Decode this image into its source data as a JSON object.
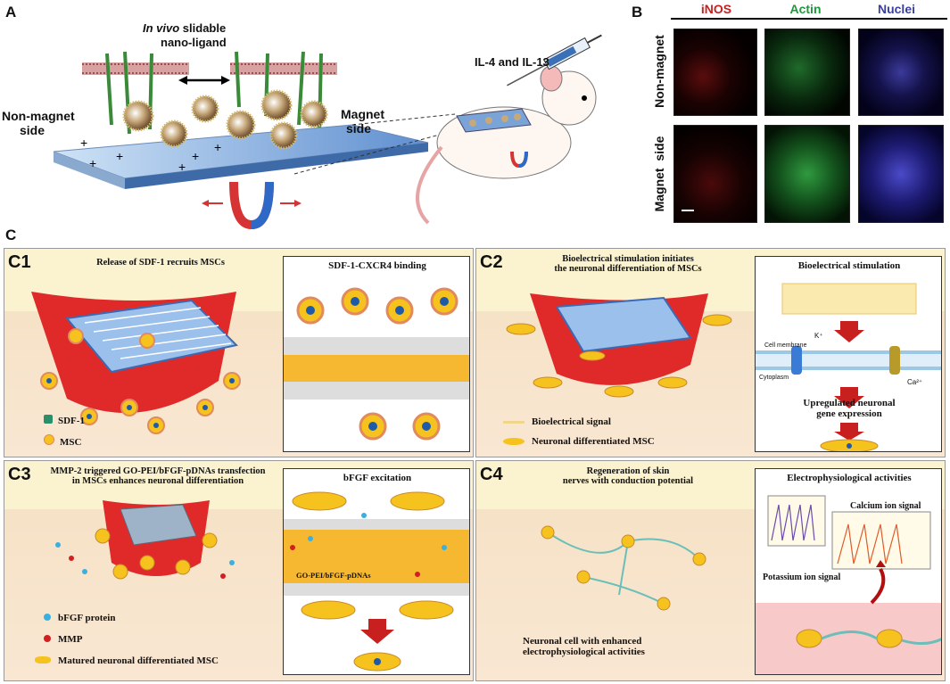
{
  "panel_a": {
    "label": "A",
    "in_vivo": "In vivo",
    "slidable": " slidable",
    "nano_ligand": "nano-ligand",
    "non_magnet_line1": "Non-magnet",
    "non_magnet_line2": "side",
    "magnet_line1": "Magnet",
    "magnet_line2": "side",
    "cytokines": "IL-4 and IL-13"
  },
  "panel_b": {
    "label": "B",
    "columns": [
      "iNOS",
      "Actin",
      "Nuclei"
    ],
    "column_colors": [
      "#c8201f",
      "#1c9a3a",
      "#3a3fa0"
    ],
    "rows": [
      "Non-magnet",
      "Magnet  side"
    ]
  },
  "panel_c": {
    "label": "C",
    "c1": {
      "label": "C1",
      "title": "Release of SDF-1 recruits MSCs",
      "inset_title": "SDF-1-CXCR4 binding",
      "legend": [
        "SDF-1",
        "MSC"
      ]
    },
    "c2": {
      "label": "C2",
      "title_line1": "Bioelectrical stimulation initiates",
      "title_line2": "the neuronal differentiation of MSCs",
      "inset_title": "Bioelectrical stimulation",
      "inset_labels": {
        "k": "K⁺",
        "ca": "Ca²⁺",
        "membrane": "Cell membrane",
        "cytoplasm": "Cytoplasm",
        "upregulated_line1": "Upregulated neuronal",
        "upregulated_line2": "gene expression"
      },
      "legend": [
        "Bioelectrical signal",
        "Neuronal differentiated MSC"
      ]
    },
    "c3": {
      "label": "C3",
      "title_line1": "MMP-2 triggered GO-PEI/bFGF-pDNAs transfection",
      "title_line2": "in MSCs enhances neuronal differentiation",
      "inset_title": "bFGF excitation",
      "inset_label": "GO-PEI/bFGF-pDNAs",
      "legend": [
        "bFGF protein",
        "MMP",
        "Matured neuronal differentiated MSC"
      ]
    },
    "c4": {
      "label": "C4",
      "title_line1": "Regeneration of skin",
      "title_line2": "nerves with conduction potential",
      "inset_title": "Electrophysiological activities",
      "calcium": "Calcium ion signal",
      "potassium": "Potassium ion signal",
      "legend_line1": "Neuronal cell with enhanced",
      "legend_line2": "electrophysiological activities"
    }
  }
}
